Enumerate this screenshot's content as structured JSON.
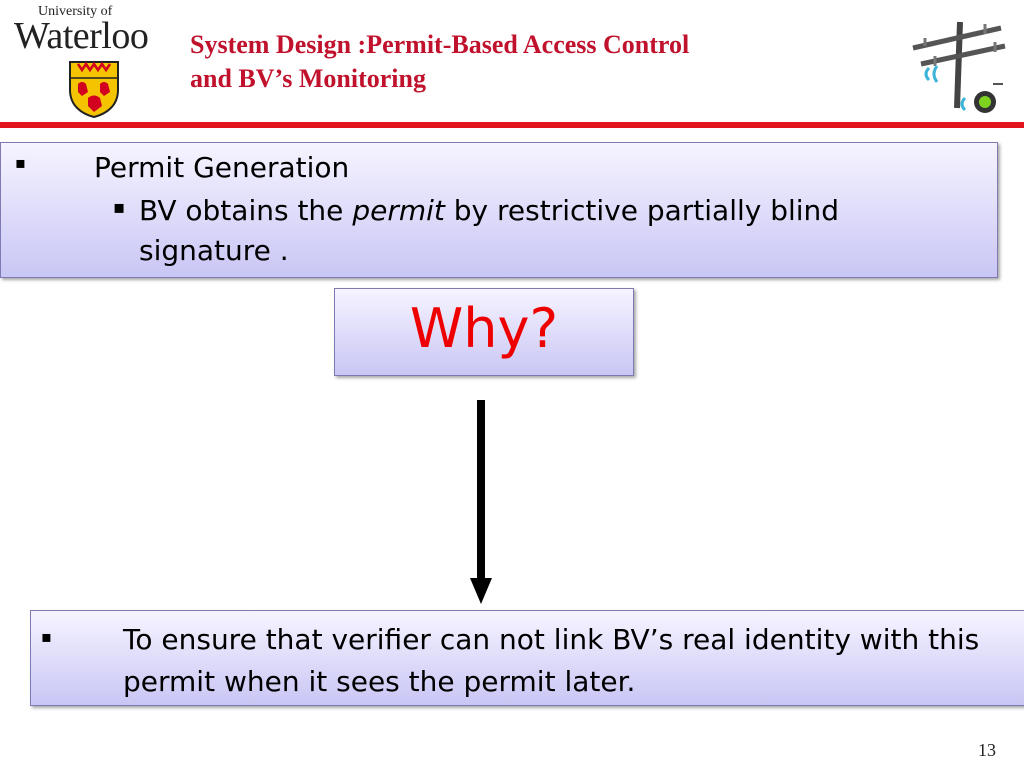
{
  "logo": {
    "university_of": "University of",
    "name": "Waterloo",
    "crest_colors": {
      "shield": "#f4c400",
      "emblem": "#d2001e",
      "outline": "#222222"
    }
  },
  "header": {
    "title_line1": "System Design :Permit-Based Access Control",
    "title_line2": "and BV’s Monitoring",
    "title_color": "#c0122c",
    "rule_color": "#e2151f"
  },
  "box1": {
    "bullet": "▪",
    "heading": "Permit Generation",
    "sub_bullet": "▪",
    "sub_prefix": "BV obtains the ",
    "sub_italic": "permit",
    "sub_suffix": " by restrictive partially blind signature ."
  },
  "why": {
    "label": "Why?",
    "color": "#ee0000"
  },
  "box3": {
    "bullet": "▪",
    "text": "To ensure that verifier can not link BV’s real identity with this permit when it sees the permit later."
  },
  "page_number": "13"
}
